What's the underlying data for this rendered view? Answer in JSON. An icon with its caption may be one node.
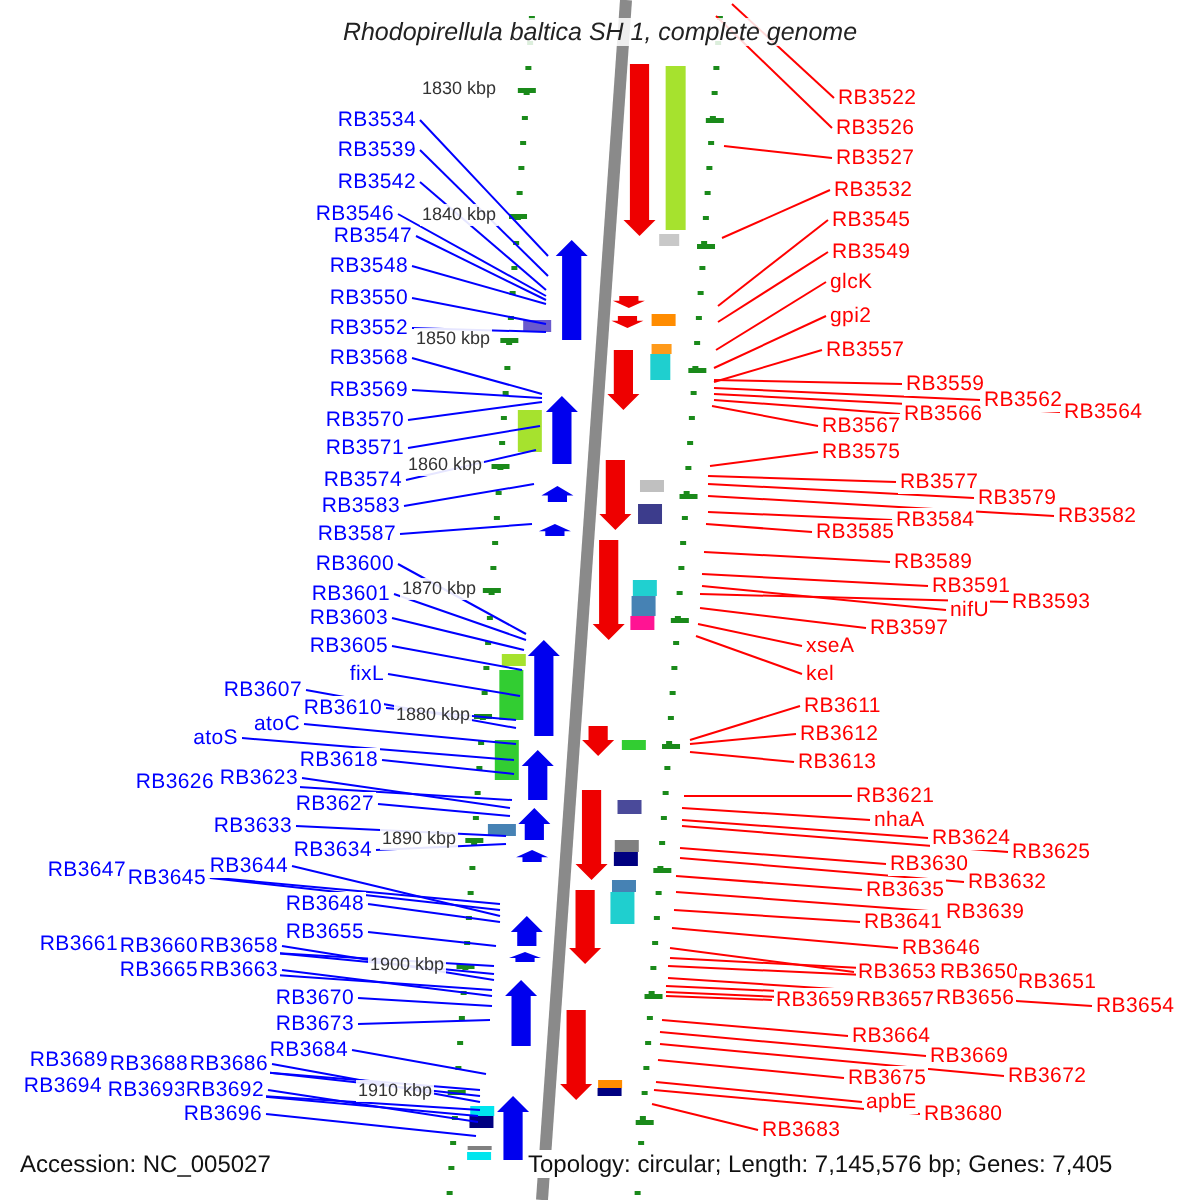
{
  "diagram": {
    "title": "Rhodopirellula baltica SH 1, complete genome",
    "nodes": [
      {
        "text": [
          "RB3534"
        ]
      },
      {
        "text": [
          "RB3539"
        ]
      },
      {
        "text": [
          "RB3542"
        ]
      },
      {
        "text": [
          "RB3546"
        ]
      },
      {
        "text": [
          "RB3547"
        ]
      },
      {
        "text": [
          "RB3548"
        ]
      },
      {
        "text": [
          "RB3550"
        ]
      },
      {
        "text": [
          "RB3552"
        ]
      },
      {
        "text": [
          "RB3568"
        ]
      },
      {
        "text": [
          "RB3569"
        ]
      },
      {
        "text": [
          "RB3570"
        ]
      },
      {
        "text": [
          "RB3571"
        ]
      },
      {
        "text": [
          "RB3574"
        ]
      },
      {
        "text": [
          "RB3583"
        ]
      },
      {
        "text": [
          "RB3587"
        ]
      },
      {
        "text": [
          "RB3600"
        ]
      },
      {
        "text": [
          "RB3601"
        ]
      },
      {
        "text": [
          "RB3603"
        ]
      },
      {
        "text": [
          "RB3605"
        ]
      },
      {
        "text": [
          "fixL"
        ]
      },
      {
        "text": [
          "RB3607"
        ]
      },
      {
        "text": [
          "RB3610"
        ]
      },
      {
        "text": [
          "atoC"
        ]
      },
      {
        "text": [
          "atoS"
        ]
      },
      {
        "text": [
          "RB3618"
        ]
      },
      {
        "text": [
          "RB3626"
        ]
      },
      {
        "text": [
          "RB3623"
        ]
      },
      {
        "text": [
          "RB3627"
        ]
      },
      {
        "text": [
          "RB3633"
        ]
      },
      {
        "text": [
          "RB3634"
        ]
      },
      {
        "text": [
          "RB3647"
        ]
      },
      {
        "text": [
          "RB3645"
        ]
      },
      {
        "text": [
          "RB3644"
        ]
      },
      {
        "text": [
          "RB3648"
        ]
      },
      {
        "text": [
          "RB3655"
        ]
      },
      {
        "text": [
          "RB3661"
        ]
      },
      {
        "text": [
          "RB3660"
        ]
      },
      {
        "text": [
          "RB3658"
        ]
      },
      {
        "text": [
          "RB3665"
        ]
      },
      {
        "text": [
          "RB3663"
        ]
      },
      {
        "text": [
          "RB3670"
        ]
      },
      {
        "text": [
          "RB3673"
        ]
      },
      {
        "text": [
          "RB3684"
        ]
      },
      {
        "text": [
          "RB3689"
        ]
      },
      {
        "text": [
          "RB3688"
        ]
      },
      {
        "text": [
          "RB3686"
        ]
      },
      {
        "text": [
          "RB3694"
        ]
      },
      {
        "text": [
          "RB3693"
        ]
      },
      {
        "text": [
          "RB3692"
        ]
      },
      {
        "text": [
          "RB3696"
        ]
      },
      {
        "text": [
          "RB3522"
        ]
      },
      {
        "text": [
          "RB3526"
        ]
      },
      {
        "text": [
          "RB3527"
        ]
      },
      {
        "text": [
          "RB3532"
        ]
      },
      {
        "text": [
          "RB3545"
        ]
      },
      {
        "text": [
          "RB3549"
        ]
      },
      {
        "text": [
          "glcK"
        ]
      },
      {
        "text": [
          "gpi2"
        ]
      },
      {
        "text": [
          "RB3557"
        ]
      },
      {
        "text": [
          "RB3559"
        ]
      },
      {
        "text": [
          "RB3562"
        ]
      },
      {
        "text": [
          "RB3564"
        ]
      },
      {
        "text": [
          "RB3566"
        ]
      },
      {
        "text": [
          "RB3567"
        ]
      },
      {
        "text": [
          "RB3575"
        ]
      },
      {
        "text": [
          "RB3577"
        ]
      },
      {
        "text": [
          "RB3579"
        ]
      },
      {
        "text": [
          "RB3582"
        ]
      },
      {
        "text": [
          "RB3584"
        ]
      },
      {
        "text": [
          "RB3585"
        ]
      },
      {
        "text": [
          "RB3589"
        ]
      },
      {
        "text": [
          "RB3591"
        ]
      },
      {
        "text": [
          "nifU"
        ]
      },
      {
        "text": [
          "RB3593"
        ]
      },
      {
        "text": [
          "RB3597"
        ]
      },
      {
        "text": [
          "xseA"
        ]
      },
      {
        "text": [
          "kel"
        ]
      },
      {
        "text": [
          "RB3611"
        ]
      },
      {
        "text": [
          "RB3612"
        ]
      },
      {
        "text": [
          "RB3613"
        ]
      },
      {
        "text": [
          "RB3621"
        ]
      },
      {
        "text": [
          "nhaA"
        ]
      },
      {
        "text": [
          "RB3624"
        ]
      },
      {
        "text": [
          "RB3625"
        ]
      },
      {
        "text": [
          "RB3630"
        ]
      },
      {
        "text": [
          "RB3632"
        ]
      },
      {
        "text": [
          "RB3635"
        ]
      },
      {
        "text": [
          "RB3639"
        ]
      },
      {
        "text": [
          "RB3641"
        ]
      },
      {
        "text": [
          "RB3646"
        ]
      },
      {
        "text": [
          "RB3653"
        ]
      },
      {
        "text": [
          "RB3650"
        ]
      },
      {
        "text": [
          "RB3651"
        ]
      },
      {
        "text": [
          "RB3654"
        ]
      },
      {
        "text": [
          "RB3656"
        ]
      },
      {
        "text": [
          "RB3659"
        ]
      },
      {
        "text": [
          "RB3657"
        ]
      },
      {
        "text": [
          "RB3664"
        ]
      },
      {
        "text": [
          "RB3669"
        ]
      },
      {
        "text": [
          "RB3672"
        ]
      },
      {
        "text": [
          "RB3675"
        ]
      },
      {
        "text": [
          "apbE"
        ]
      },
      {
        "text": [
          "RB3680"
        ]
      },
      {
        "text": [
          "RB3683"
        ]
      }
    ],
    "edges": [
      {
        "from": 0,
        "to": null,
        "arrow": "none",
        "color": "#0000ff"
      },
      {
        "from": 1,
        "to": null,
        "arrow": "none",
        "color": "#0000ff"
      },
      {
        "from": 2,
        "to": null,
        "arrow": "none",
        "color": "#0000ff"
      },
      {
        "from": 3,
        "to": null,
        "arrow": "none",
        "color": "#0000ff"
      },
      {
        "from": 4,
        "to": null,
        "arrow": "none",
        "color": "#0000ff"
      },
      {
        "from": 5,
        "to": null,
        "arrow": "none",
        "color": "#0000ff"
      },
      {
        "from": 6,
        "to": null,
        "arrow": "none",
        "color": "#0000ff"
      },
      {
        "from": 7,
        "to": null,
        "arrow": "none",
        "color": "#0000ff"
      },
      {
        "from": 8,
        "to": null,
        "arrow": "none",
        "color": "#0000ff"
      },
      {
        "from": 9,
        "to": null,
        "arrow": "none",
        "color": "#0000ff"
      },
      {
        "from": 10,
        "to": null,
        "arrow": "none",
        "color": "#0000ff"
      },
      {
        "from": 11,
        "to": null,
        "arrow": "none",
        "color": "#0000ff"
      },
      {
        "from": 12,
        "to": null,
        "arrow": "none",
        "color": "#0000ff"
      },
      {
        "from": 13,
        "to": null,
        "arrow": "none",
        "color": "#0000ff"
      },
      {
        "from": 14,
        "to": null,
        "arrow": "none",
        "color": "#0000ff"
      },
      {
        "from": 15,
        "to": null,
        "arrow": "none",
        "color": "#0000ff"
      },
      {
        "from": 16,
        "to": null,
        "arrow": "none",
        "color": "#0000ff"
      },
      {
        "from": 17,
        "to": null,
        "arrow": "none",
        "color": "#0000ff"
      },
      {
        "from": 18,
        "to": null,
        "arrow": "none",
        "color": "#0000ff"
      },
      {
        "from": 19,
        "to": null,
        "arrow": "none",
        "color": "#0000ff"
      },
      {
        "from": 20,
        "to": null,
        "arrow": "none",
        "color": "#0000ff"
      },
      {
        "from": 21,
        "to": null,
        "arrow": "none",
        "color": "#0000ff"
      },
      {
        "from": 22,
        "to": null,
        "arrow": "none",
        "color": "#0000ff"
      },
      {
        "from": 23,
        "to": null,
        "arrow": "none",
        "color": "#0000ff"
      },
      {
        "from": 24,
        "to": null,
        "arrow": "none",
        "color": "#0000ff"
      },
      {
        "from": 25,
        "to": null,
        "arrow": "none",
        "color": "#0000ff"
      },
      {
        "from": 26,
        "to": null,
        "arrow": "none",
        "color": "#0000ff"
      },
      {
        "from": 27,
        "to": null,
        "arrow": "none",
        "color": "#0000ff"
      },
      {
        "from": 28,
        "to": null,
        "arrow": "none",
        "color": "#0000ff"
      },
      {
        "from": 29,
        "to": null,
        "arrow": "none",
        "color": "#0000ff"
      },
      {
        "from": 30,
        "to": null,
        "arrow": "none",
        "color": "#0000ff"
      },
      {
        "from": 31,
        "to": null,
        "arrow": "none",
        "color": "#0000ff"
      },
      {
        "from": 32,
        "to": null,
        "arrow": "none",
        "color": "#0000ff"
      },
      {
        "from": 33,
        "to": null,
        "arrow": "none",
        "color": "#0000ff"
      },
      {
        "from": 34,
        "to": null,
        "arrow": "none",
        "color": "#0000ff"
      },
      {
        "from": 35,
        "to": null,
        "arrow": "none",
        "color": "#0000ff"
      },
      {
        "from": 36,
        "to": null,
        "arrow": "none",
        "color": "#0000ff"
      },
      {
        "from": 37,
        "to": null,
        "arrow": "none",
        "color": "#0000ff"
      },
      {
        "from": 38,
        "to": null,
        "arrow": "none",
        "color": "#0000ff"
      },
      {
        "from": 39,
        "to": null,
        "arrow": "none",
        "color": "#0000ff"
      },
      {
        "from": 40,
        "to": null,
        "arrow": "none",
        "color": "#0000ff"
      },
      {
        "from": 41,
        "to": null,
        "arrow": "none",
        "color": "#0000ff"
      },
      {
        "from": 42,
        "to": null,
        "arrow": "none",
        "color": "#0000ff"
      },
      {
        "from": 43,
        "to": null,
        "arrow": "none",
        "color": "#0000ff"
      },
      {
        "from": 44,
        "to": null,
        "arrow": "none",
        "color": "#0000ff"
      },
      {
        "from": 45,
        "to": null,
        "arrow": "none",
        "color": "#0000ff"
      },
      {
        "from": 46,
        "to": null,
        "arrow": "none",
        "color": "#0000ff"
      },
      {
        "from": 47,
        "to": null,
        "arrow": "none",
        "color": "#0000ff"
      },
      {
        "from": 48,
        "to": null,
        "arrow": "none",
        "color": "#0000ff"
      },
      {
        "from": 49,
        "to": null,
        "arrow": "none",
        "color": "#0000ff"
      },
      {
        "from": 50,
        "to": null,
        "arrow": "none",
        "color": "#ff0000"
      },
      {
        "from": 51,
        "to": null,
        "arrow": "none",
        "color": "#ff0000"
      },
      {
        "from": 52,
        "to": null,
        "arrow": "none",
        "color": "#ff0000"
      },
      {
        "from": 53,
        "to": null,
        "arrow": "none",
        "color": "#ff0000"
      },
      {
        "from": 54,
        "to": null,
        "arrow": "none",
        "color": "#ff0000"
      },
      {
        "from": 55,
        "to": null,
        "arrow": "none",
        "color": "#ff0000"
      },
      {
        "from": 56,
        "to": null,
        "arrow": "none",
        "color": "#ff0000"
      },
      {
        "from": 57,
        "to": null,
        "arrow": "none",
        "color": "#ff0000"
      },
      {
        "from": 58,
        "to": null,
        "arrow": "none",
        "color": "#ff0000"
      },
      {
        "from": 59,
        "to": null,
        "arrow": "none",
        "color": "#ff0000"
      },
      {
        "from": 60,
        "to": null,
        "arrow": "none",
        "color": "#ff0000"
      },
      {
        "from": 61,
        "to": null,
        "arrow": "none",
        "color": "#ff0000"
      },
      {
        "from": 62,
        "to": null,
        "arrow": "none",
        "color": "#ff0000"
      },
      {
        "from": 63,
        "to": null,
        "arrow": "none",
        "color": "#ff0000"
      },
      {
        "from": 64,
        "to": null,
        "arrow": "none",
        "color": "#ff0000"
      },
      {
        "from": 65,
        "to": null,
        "arrow": "none",
        "color": "#ff0000"
      },
      {
        "from": 66,
        "to": null,
        "arrow": "none",
        "color": "#ff0000"
      },
      {
        "from": 67,
        "to": null,
        "arrow": "none",
        "color": "#ff0000"
      },
      {
        "from": 68,
        "to": null,
        "arrow": "none",
        "color": "#ff0000"
      },
      {
        "from": 69,
        "to": null,
        "arrow": "none",
        "color": "#ff0000"
      },
      {
        "from": 70,
        "to": null,
        "arrow": "none",
        "color": "#ff0000"
      },
      {
        "from": 71,
        "to": null,
        "arrow": "none",
        "color": "#ff0000"
      },
      {
        "from": 72,
        "to": null,
        "arrow": "none",
        "color": "#ff0000"
      },
      {
        "from": 73,
        "to": null,
        "arrow": "none",
        "color": "#ff0000"
      },
      {
        "from": 74,
        "to": null,
        "arrow": "none",
        "color": "#ff0000"
      },
      {
        "from": 75,
        "to": null,
        "arrow": "none",
        "color": "#ff0000"
      },
      {
        "from": 76,
        "to": null,
        "arrow": "none",
        "color": "#ff0000"
      },
      {
        "from": 77,
        "to": null,
        "arrow": "none",
        "color": "#ff0000"
      },
      {
        "from": 78,
        "to": null,
        "arrow": "none",
        "color": "#ff0000"
      },
      {
        "from": 79,
        "to": null,
        "arrow": "none",
        "color": "#ff0000"
      },
      {
        "from": 80,
        "to": null,
        "arrow": "none",
        "color": "#ff0000"
      },
      {
        "from": 81,
        "to": null,
        "arrow": "none",
        "color": "#ff0000"
      },
      {
        "from": 82,
        "to": null,
        "arrow": "none",
        "color": "#ff0000"
      },
      {
        "from": 83,
        "to": null,
        "arrow": "none",
        "color": "#ff0000"
      },
      {
        "from": 84,
        "to": null,
        "arrow": "none",
        "color": "#ff0000"
      },
      {
        "from": 85,
        "to": null,
        "arrow": "none",
        "color": "#ff0000"
      },
      {
        "from": 86,
        "to": null,
        "arrow": "none",
        "color": "#ff0000"
      },
      {
        "from": 87,
        "to": null,
        "arrow": "none",
        "color": "#ff0000"
      },
      {
        "from": 88,
        "to": null,
        "arrow": "none",
        "color": "#ff0000"
      },
      {
        "from": 89,
        "to": null,
        "arrow": "none",
        "color": "#ff0000"
      },
      {
        "from": 90,
        "to": null,
        "arrow": "none",
        "color": "#ff0000"
      },
      {
        "from": 91,
        "to": null,
        "arrow": "none",
        "color": "#ff0000"
      },
      {
        "from": 92,
        "to": null,
        "arrow": "none",
        "color": "#ff0000"
      },
      {
        "from": 93,
        "to": null,
        "arrow": "none",
        "color": "#ff0000"
      },
      {
        "from": 94,
        "to": null,
        "arrow": "none",
        "color": "#ff0000"
      },
      {
        "from": 95,
        "to": null,
        "arrow": "none",
        "color": "#ff0000"
      },
      {
        "from": 96,
        "to": null,
        "arrow": "none",
        "color": "#ff0000"
      },
      {
        "from": 97,
        "to": null,
        "arrow": "none",
        "color": "#ff0000"
      },
      {
        "from": 98,
        "to": null,
        "arrow": "none",
        "color": "#ff0000"
      },
      {
        "from": 99,
        "to": null,
        "arrow": "none",
        "color": "#ff0000"
      },
      {
        "from": 100,
        "to": null,
        "arrow": "none",
        "color": "#ff0000"
      },
      {
        "from": 101,
        "to": null,
        "arrow": "none",
        "color": "#ff0000"
      },
      {
        "from": 102,
        "to": null,
        "arrow": "none",
        "color": "#ff0000"
      },
      {
        "from": 103,
        "to": null,
        "arrow": "none",
        "color": "#ff0000"
      }
    ],
    "labels": [
      "1830 kbp",
      "1840 kbp",
      "1850 kbp",
      "1860 kbp",
      "1870 kbp",
      "1880 kbp",
      "1890 kbp",
      "1900 kbp",
      "1910 kbp",
      "Accession: NC_005027",
      "Topology: circular; Length: 7,145,576 bp; Genes: 7,405"
    ]
  }
}
